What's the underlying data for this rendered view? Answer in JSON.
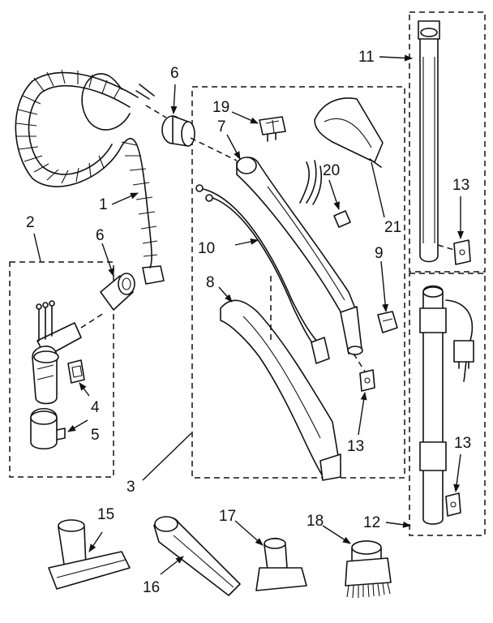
{
  "callouts": {
    "c1": "1",
    "c2": "2",
    "c3": "3",
    "c4": "4",
    "c5": "5",
    "c6a": "6",
    "c6b": "6",
    "c7": "7",
    "c8": "8",
    "c9": "9",
    "c10": "10",
    "c11": "11",
    "c12": "12",
    "c13a": "13",
    "c13b": "13",
    "c13c": "13",
    "c15": "15",
    "c16": "16",
    "c17": "17",
    "c18": "18",
    "c19": "19",
    "c20": "20",
    "c21": "21"
  },
  "colors": {
    "line": "#111111",
    "background": "#ffffff"
  }
}
